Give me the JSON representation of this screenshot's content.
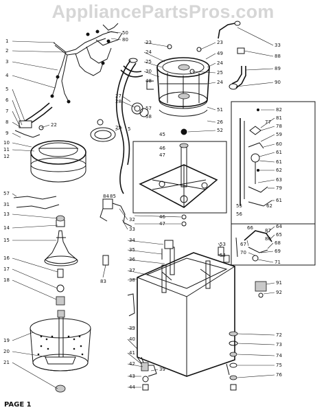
{
  "watermark": "AppliancePartsPros.com",
  "page_label": "PAGE 1",
  "parts": {
    "p1": "1",
    "p2": "2",
    "p3": "3",
    "p4": "4",
    "p5": "5",
    "p6": "6",
    "p7": "7",
    "p8": "8",
    "p9": "9",
    "p10": "10",
    "p11": "11",
    "p12": "12",
    "p13": "13",
    "p14": "14",
    "p15": "15",
    "p16": "16",
    "p17": "17",
    "p18": "18",
    "p19": "19",
    "p20": "20",
    "p21": "21",
    "p22": "22",
    "p23": "23",
    "p23b": "23",
    "p24": "24",
    "p24b": "24",
    "p24c": "24",
    "p25": "25",
    "p25b": "25",
    "p26": "26",
    "p27": "27",
    "p28": "28",
    "p29": "29",
    "p30": "30",
    "p31": "31",
    "p32": "32",
    "p33": "33",
    "p34": "34",
    "p35": "35",
    "p36": "36",
    "p37": "37",
    "p38": "38",
    "p39": "39",
    "p40": "40",
    "p41": "41",
    "p42": "42",
    "p43": "43",
    "p44": "44",
    "p45": "45",
    "p46": "46",
    "p46b": "46",
    "p47": "47",
    "p47b": "47",
    "p48": "48",
    "p49": "49",
    "p50": "50",
    "p51": "51",
    "p52": "52",
    "p53": "53",
    "p54": "54",
    "p55": "55",
    "p56": "56",
    "p57": "57",
    "p58": "58",
    "p59": "59",
    "p60": "60",
    "p61": "61",
    "p61b": "61",
    "p61c": "61",
    "p62": "62",
    "p62b": "62",
    "p63": "63",
    "p64": "64",
    "p65": "65",
    "p66": "66",
    "p67": "67",
    "p68": "68",
    "p69": "69",
    "p70": "70",
    "p71": "71",
    "p72": "72",
    "p73": "73",
    "p74": "74",
    "p75": "75",
    "p76": "76",
    "p77": "77",
    "p78": "78",
    "p79": "79",
    "p80": "80",
    "p81": "81",
    "p82": "82",
    "p83": "83",
    "p84": "84",
    "p85": "85",
    "p86": "86",
    "p87": "87",
    "p88": "88",
    "p89": "89",
    "p90": "90",
    "p91": "91",
    "p92": "92"
  }
}
